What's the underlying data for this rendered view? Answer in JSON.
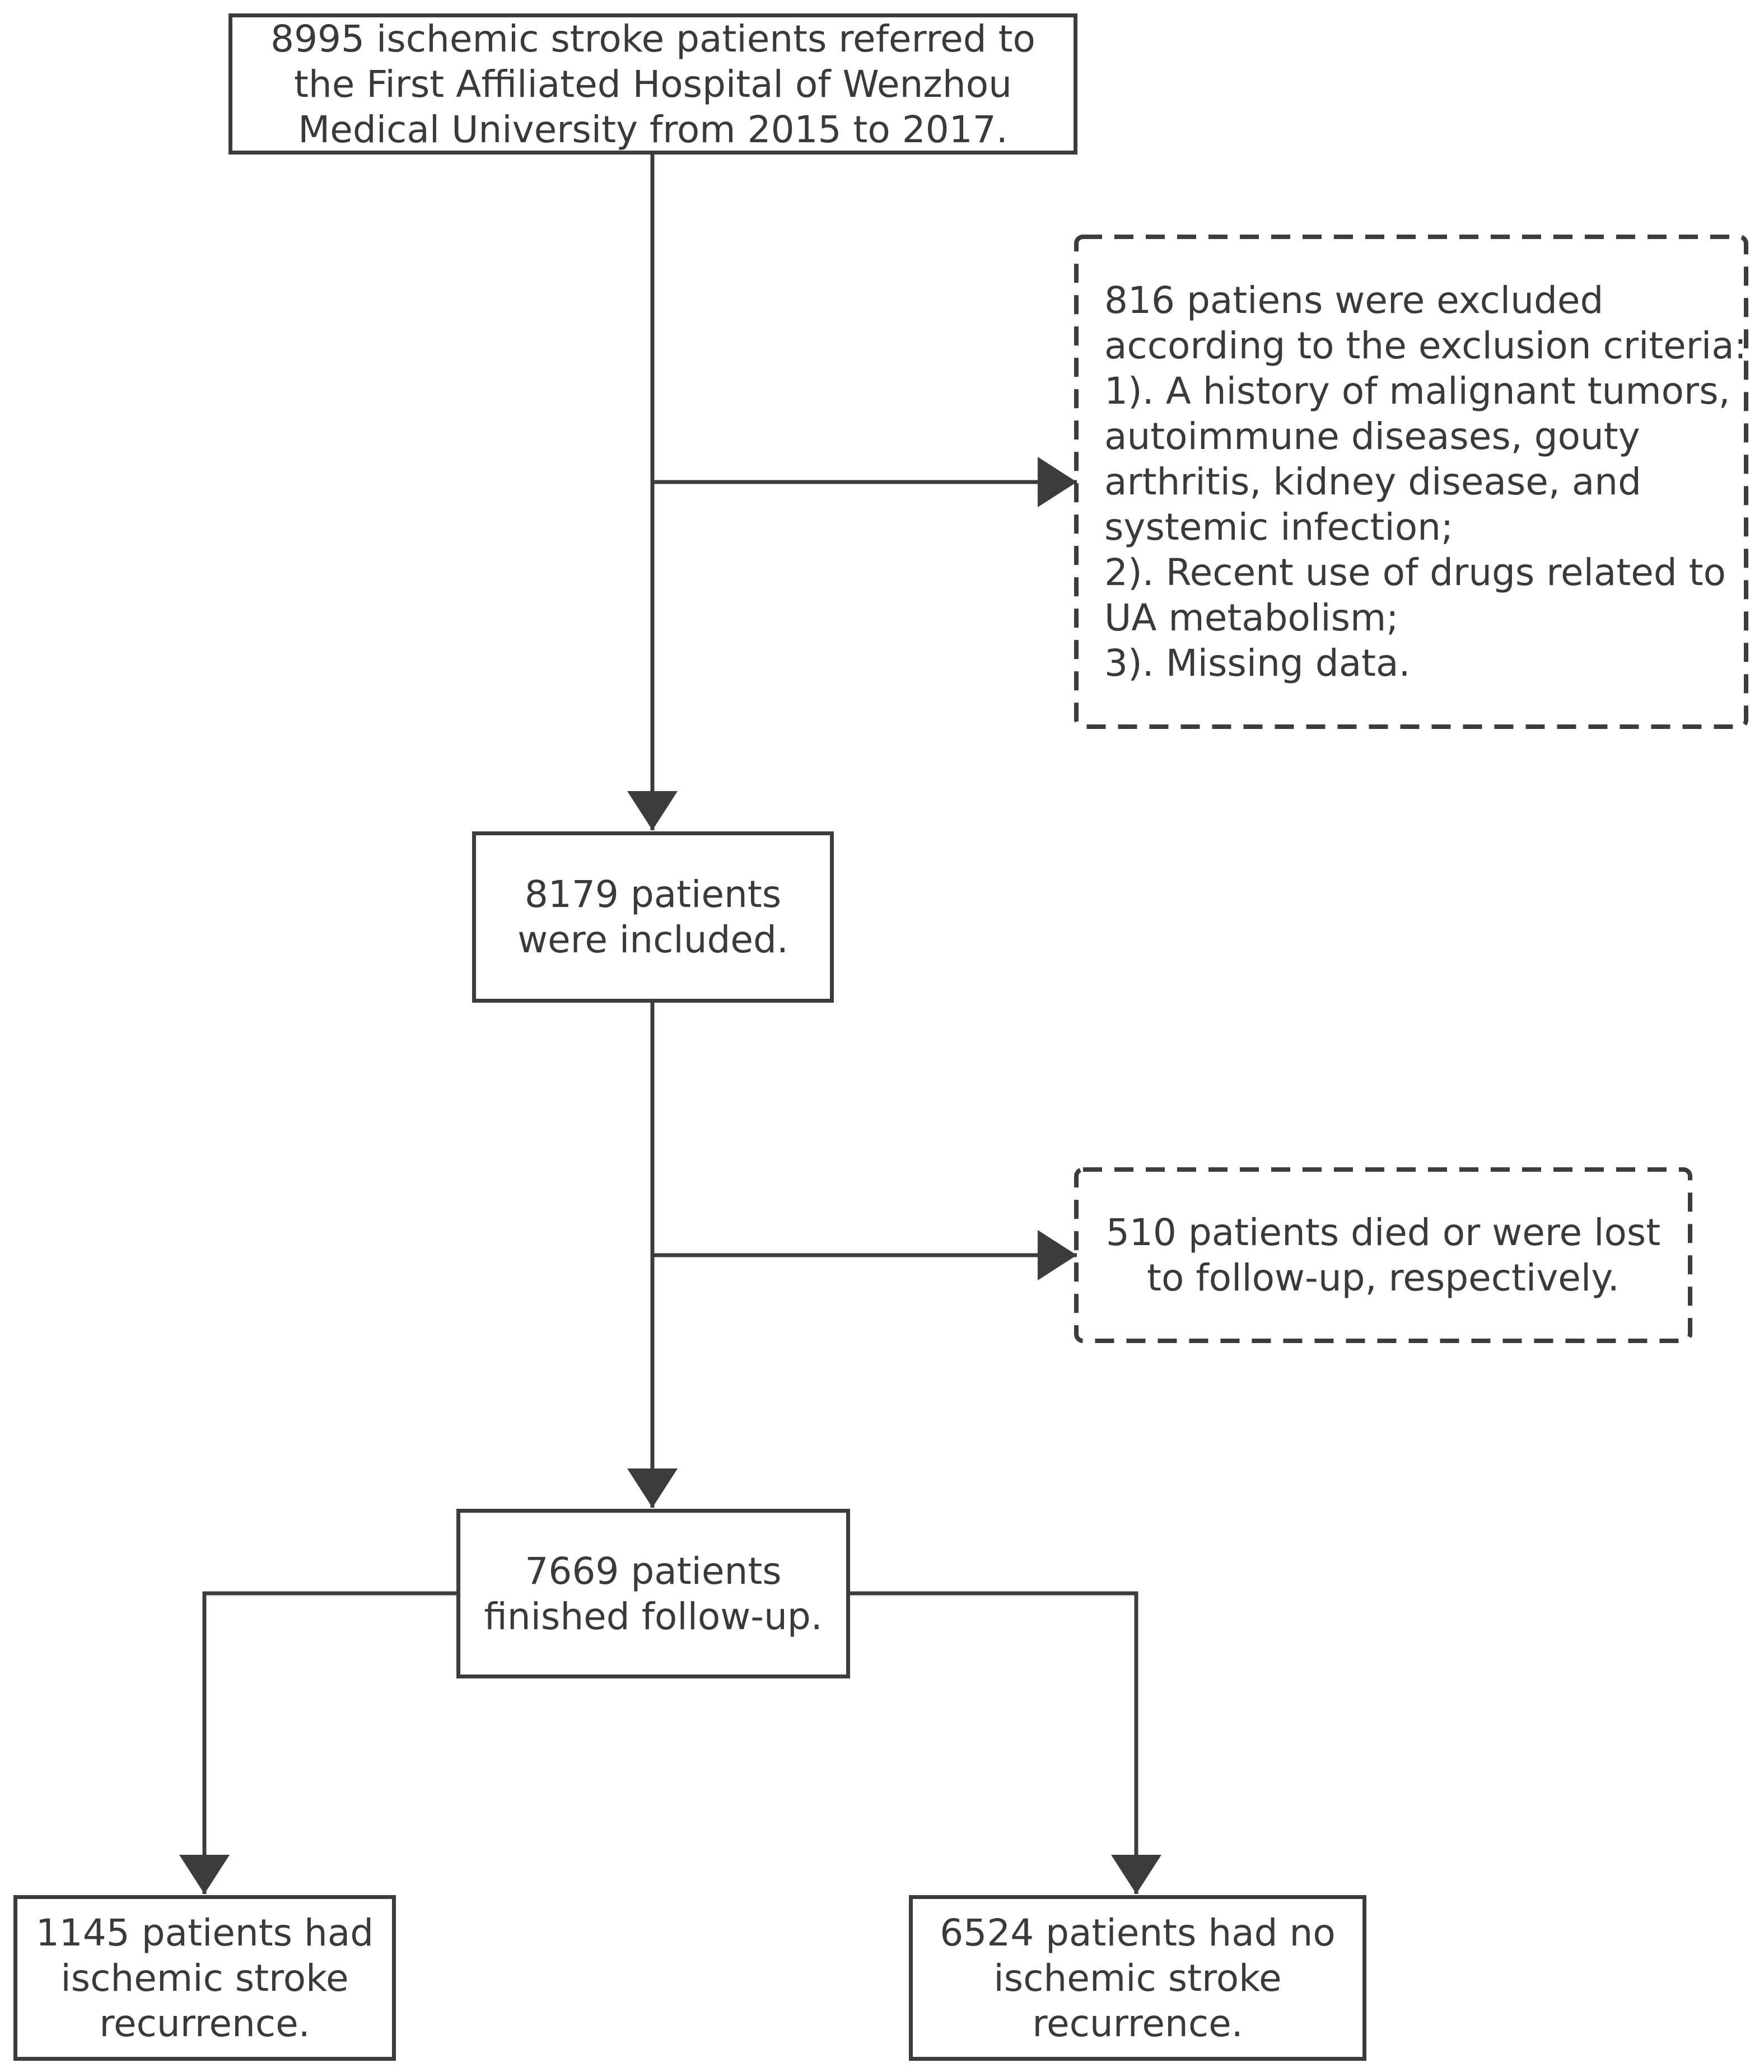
{
  "colors": {
    "stroke": "#3c3c3c",
    "text": "#3a3a3a",
    "background": "#ffffff"
  },
  "boxes": {
    "start": {
      "lines": [
        "8995 ischemic stroke patients referred to",
        "the First Affiliated Hospital of Wenzhou",
        "Medical University from 2015 to 2017."
      ]
    },
    "exclusion": {
      "lines": [
        "816 patiens were excluded",
        "according to the exclusion criteria:",
        "1). A history of malignant tumors,",
        "autoimmune diseases, gouty",
        "arthritis, kidney disease, and",
        "systemic infection;",
        "2). Recent use of drugs related to",
        "UA metabolism;",
        "3). Missing data."
      ]
    },
    "included": {
      "lines": [
        "8179 patients",
        "were included."
      ]
    },
    "lost": {
      "lines": [
        "510 patients died or were lost",
        "to follow-up, respectively."
      ]
    },
    "finished": {
      "lines": [
        "7669 patients",
        "finished follow-up."
      ]
    },
    "recurrence": {
      "lines": [
        "1145 patients had",
        "ischemic stroke",
        "recurrence."
      ]
    },
    "no_recurrence": {
      "lines": [
        "6524 patients had no",
        "ischemic stroke",
        "recurrence."
      ]
    }
  }
}
